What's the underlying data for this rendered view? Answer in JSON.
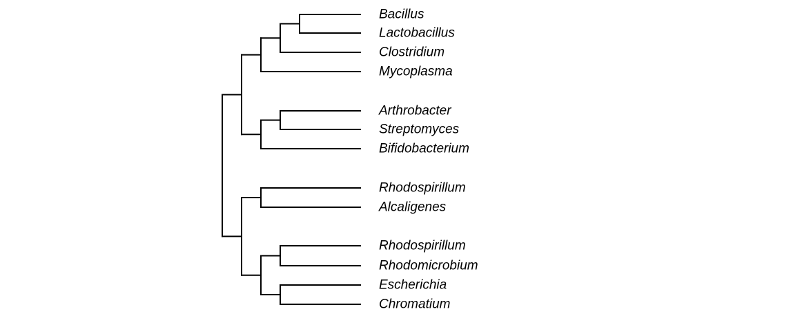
{
  "tree": {
    "leaves": [
      "Bacillus",
      "Lactobacillus",
      "Clostridium",
      "Mycoplasma",
      "Arthrobacter",
      "Streptomyces",
      "Bifidobacterium",
      "Rhodospirillum",
      "Alcaligenes",
      "Rhodospirillum",
      "Rhodomicrobium",
      "Escherichia",
      "Chromatium"
    ],
    "topology": [
      [
        [
          [
            [
              0,
              1
            ],
            2
          ],
          3
        ],
        [
          [
            4,
            5
          ],
          6
        ]
      ],
      [
        [
          7,
          8
        ],
        [
          [
            9,
            10
          ],
          [
            11,
            12
          ]
        ]
      ]
    ],
    "line_color": "#000000"
  }
}
